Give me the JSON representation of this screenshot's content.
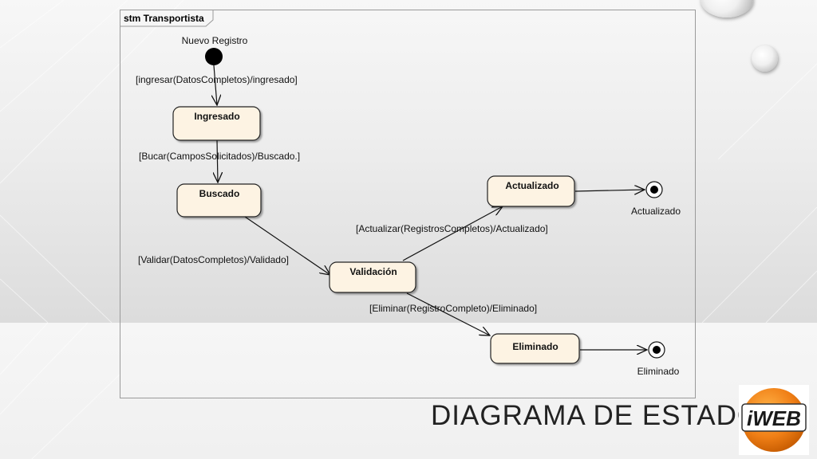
{
  "slide": {
    "title": "DIAGRAMA DE ESTADO",
    "logo_text": "iWEB"
  },
  "diagram": {
    "frame_label": "stm Transportista",
    "initial_label": "Nuevo Registro",
    "states": {
      "ingresado": "Ingresado",
      "buscado": "Buscado",
      "validacion": "Validación",
      "actualizado": "Actualizado",
      "eliminado": "Eliminado"
    },
    "transitions": {
      "t1": "[ingresar(DatosCompletos)/ingresado]",
      "t2": "[Bucar(CamposSolicitados)/Buscado.]",
      "t3": "[Validar(DatosCompletos)/Validado]",
      "t4": "[Actualizar(RegistrosCompletos)/Actualizado]",
      "t5": "[Eliminar(RegistroCompleto)/Eliminado]"
    },
    "final_labels": {
      "actualizado": "Actualizado",
      "eliminado": "Eliminado"
    }
  },
  "colors": {
    "state_fill": "#fdf3e3",
    "state_border": "#222222",
    "logo_orange": "#f07f16"
  }
}
